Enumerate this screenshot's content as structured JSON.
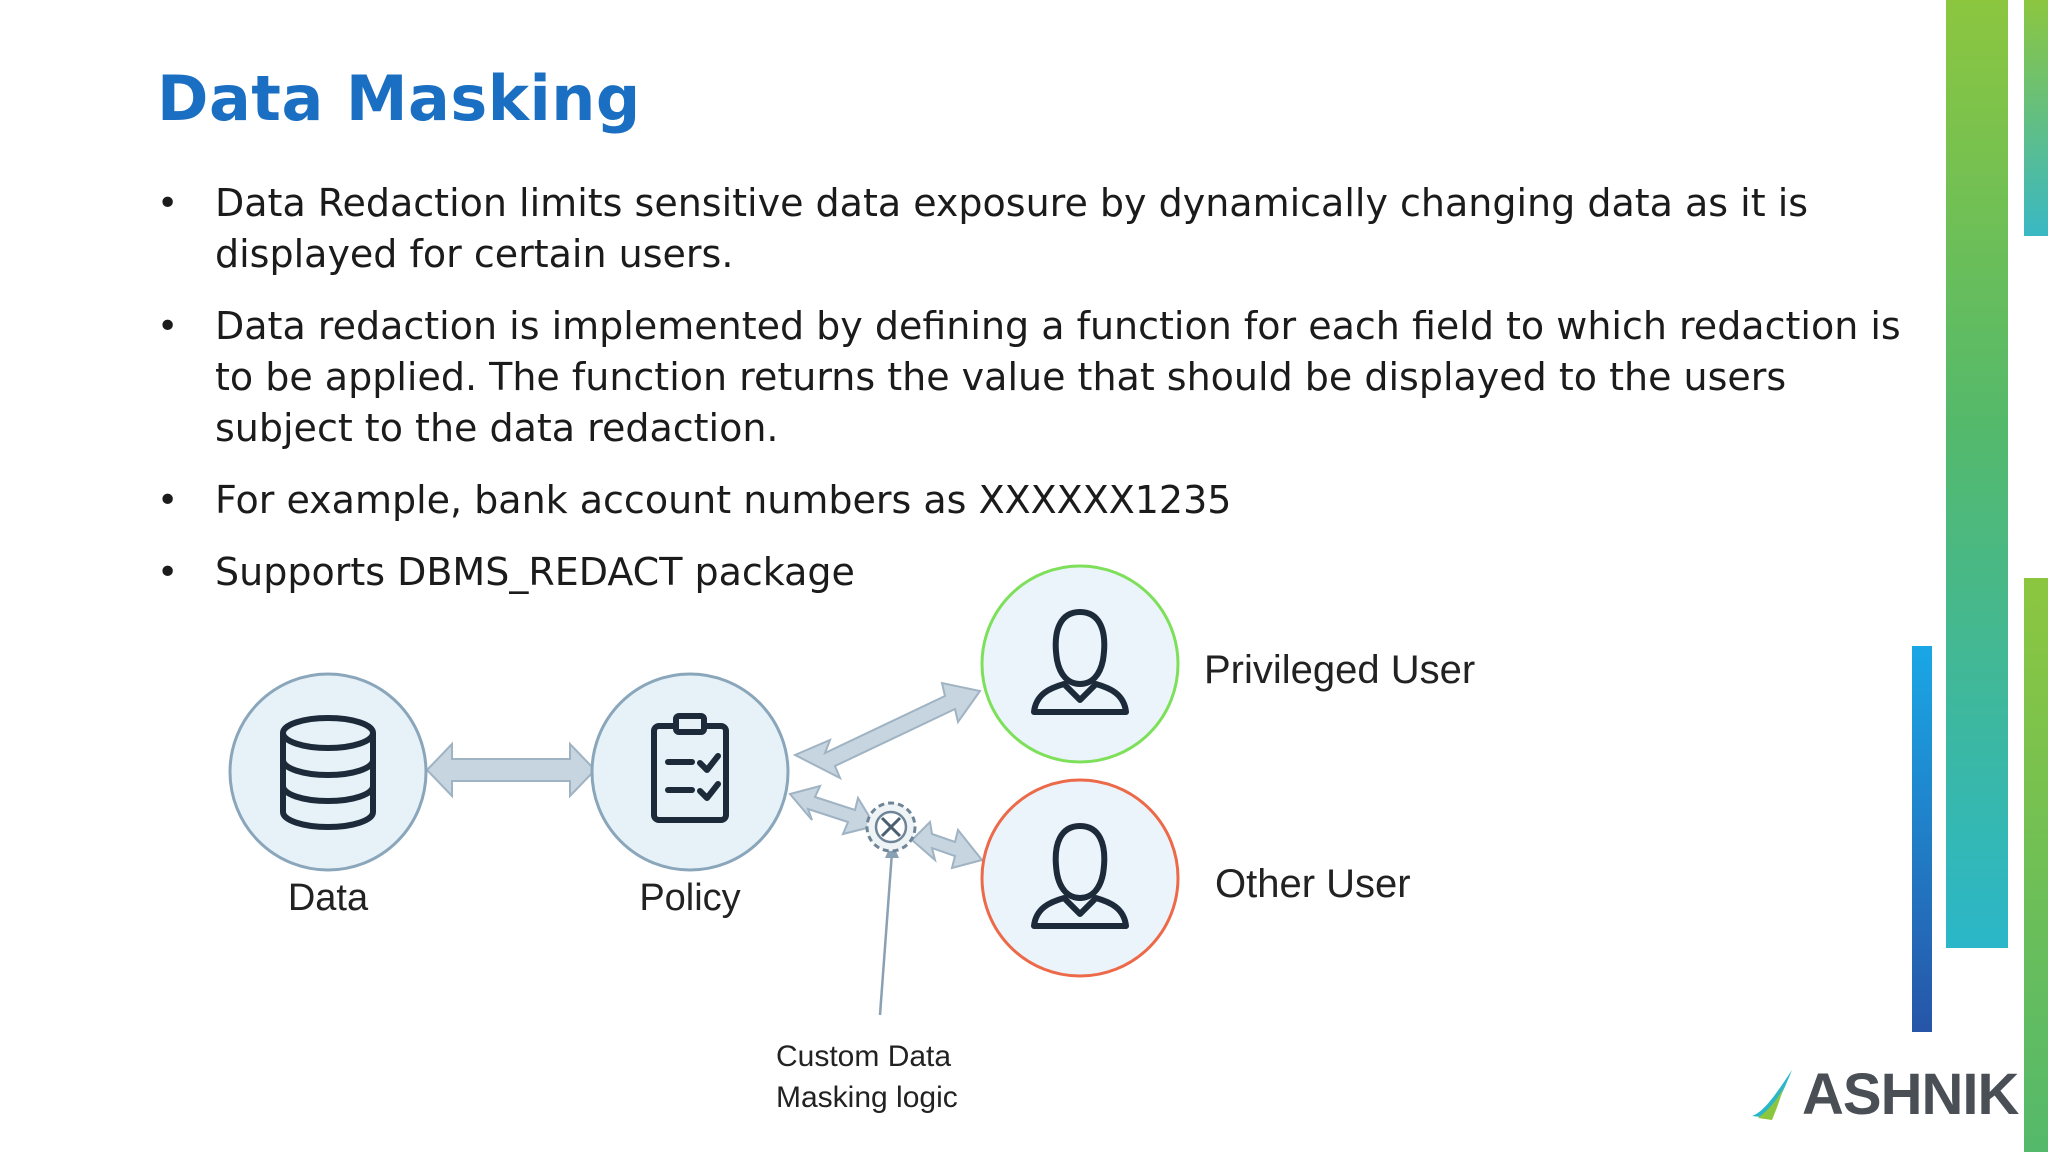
{
  "slide": {
    "title": "Data Masking",
    "bullets": [
      "Data Redaction limits sensitive data exposure by dynamically changing data as it is displayed for certain users.",
      "Data redaction is implemented by defining a function for each field to which redaction is to be applied. The function returns the value that should be displayed to the users subject to the data redaction.",
      "For example, bank account numbers as XXXXXX1235",
      "Supports DBMS_REDACT package"
    ]
  },
  "diagram": {
    "nodes": {
      "data": {
        "label": "Data",
        "icon": "database-icon"
      },
      "policy": {
        "label": "Policy",
        "icon": "clipboard-checklist-icon"
      },
      "privileged_user": {
        "label": "Privileged User",
        "icon": "user-icon",
        "ring_color": "#7ee05a"
      },
      "other_user": {
        "label": "Other User",
        "icon": "user-icon",
        "ring_color": "#ec6a4a"
      }
    },
    "masking_logic": {
      "label_line1": "Custom Data",
      "label_line2": "Masking logic",
      "icon": "gear-tools-icon"
    }
  },
  "logo": {
    "text": "ASHNIK",
    "icon": "ashnik-swoosh-icon"
  },
  "colors": {
    "title": "#1a6fc2",
    "node_fill": "#e6f1f8",
    "node_stroke": "#8aa6bb",
    "arrow": "#c7d5e0",
    "accent_green": "#8cc63f",
    "accent_teal": "#2bb7c9",
    "accent_blue": "#1e76d0"
  }
}
